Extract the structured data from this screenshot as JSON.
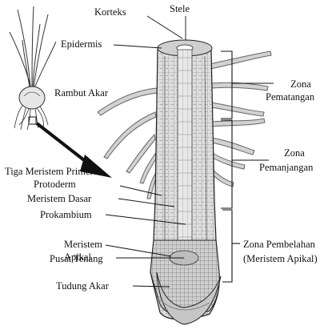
{
  "labels": {
    "korteks": "Korteks",
    "stele": "Stele",
    "epidermis": "Epidermis",
    "rambut_akar": "Rambut Akar",
    "tiga_meristem_primer": "Tiga Meristem Primer:",
    "protoderm": "Protoderm",
    "meristem_dasar": "Meristem Dasar",
    "prokambium": "Prokambium",
    "meristem_apikal_line1": "Meristem",
    "meristem_apikal_line2": "Apikal",
    "pusat_tenang": "Pusat Tenang",
    "tudung_akar": "Tudung Akar",
    "zona_pematangan_line1": "Zona",
    "zona_pematangan_line2": "Pematangan",
    "zona_pemanjangan_line1": "Zona",
    "zona_pemanjangan_line2": "Pemanjangan",
    "zona_pembelahan_line1": "Zona Pembelahan",
    "zona_pembelahan_line2": "(Meristem Apikal)"
  },
  "colors": {
    "ink": "#1a1a1a",
    "tissue": "#d9d9d9",
    "tissue_dark": "#9a9a9a",
    "root_hair": "#c8c8c8"
  }
}
